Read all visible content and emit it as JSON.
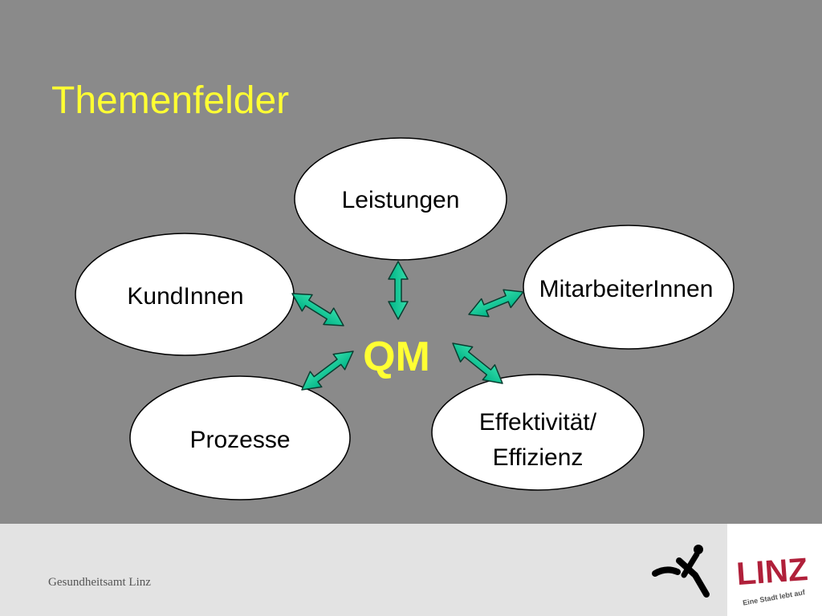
{
  "title": "Themenfelder",
  "center": "QM",
  "nodes": {
    "leistungen": "Leistungen",
    "kundinnen": "KundInnen",
    "mitarbeiterinnen": "MitarbeiterInnen",
    "prozesse": "Prozesse",
    "effektivitaet_line1": "Effektivität/",
    "effektivitaet_line2": "Effizienz"
  },
  "footer": {
    "org": "Gesundheitsamt Linz",
    "logo_text": "LINZ",
    "logo_tagline": "Eine Stadt lebt auf"
  },
  "colors": {
    "background": "#8a8a8a",
    "title": "#ffff33",
    "arrow": "#00cc99",
    "footer": "#e3e3e3",
    "logo": "#b0203a"
  }
}
